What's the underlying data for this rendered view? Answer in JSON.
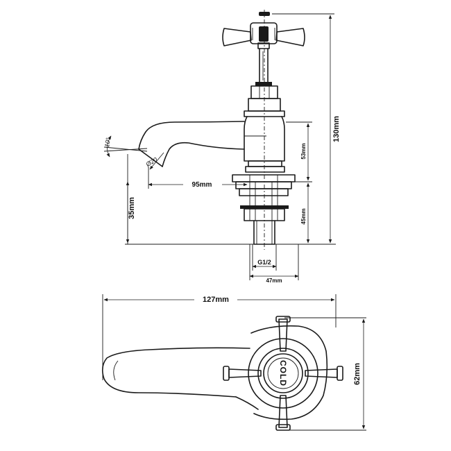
{
  "dimensions": {
    "total_height": "130mm",
    "spout_reach": "95mm",
    "spout_to_base": "53mm",
    "shank_length": "45mm",
    "base_height": "35mm",
    "base_width": "47mm",
    "thread": "G1/2",
    "spout_angle": "10°",
    "outlet_diameter": "Ø20",
    "overall_length": "127mm",
    "head_width": "62mm"
  },
  "handle_cap_text": "COLD",
  "colors": {
    "line": "#1a1a1a",
    "background": "#ffffff"
  }
}
